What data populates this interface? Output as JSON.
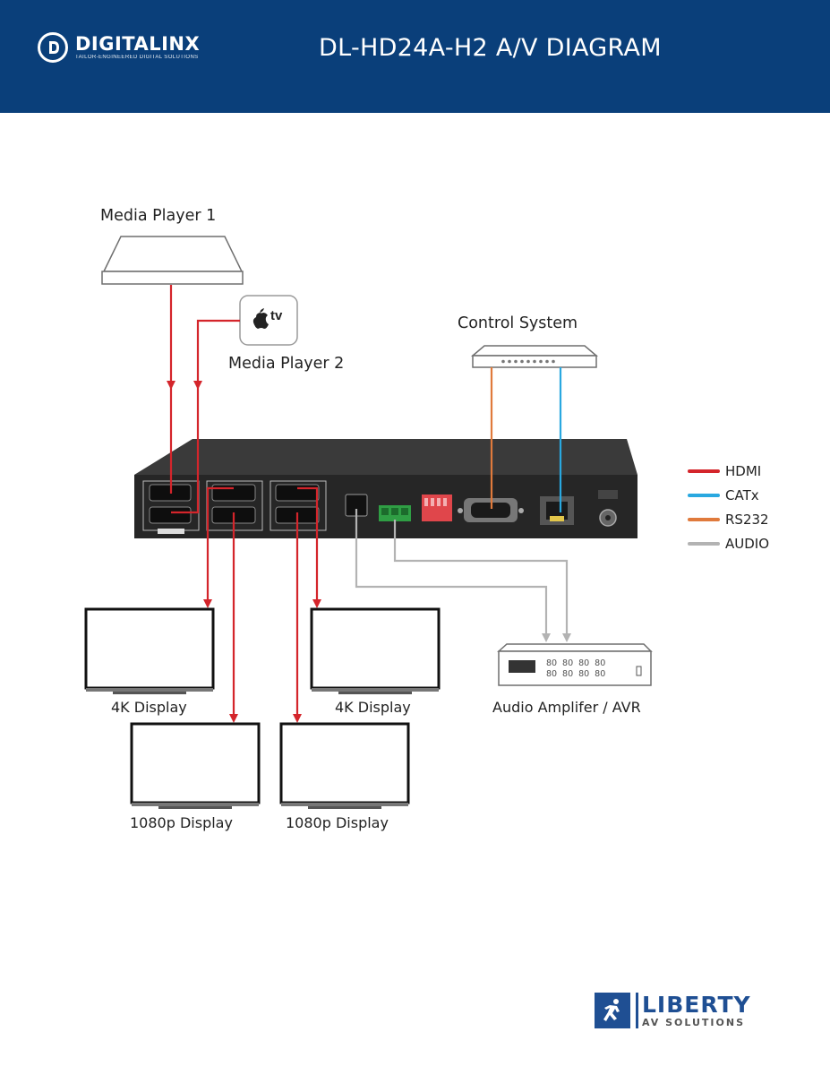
{
  "header": {
    "brand": "DIGITALINX",
    "tagline": "TAILOR-ENGINEERED DIGITAL SOLUTIONS",
    "title": "DL-HD24A-H2 A/V DIAGRAM",
    "background": "#0a3f7a"
  },
  "devices": {
    "media_player_1": "Media Player 1",
    "media_player_2": "Media Player 2",
    "media_player_2_badge": "tv",
    "control_system": "Control System",
    "audio_amplifier": "Audio Amplifer / AVR",
    "display_4k_left": "4K Display",
    "display_4k_right": "4K Display",
    "display_1080_left": "1080p Display",
    "display_1080_right": "1080p Display"
  },
  "legend": [
    {
      "label": "HDMI",
      "color": "#d4252b"
    },
    {
      "label": "CATx",
      "color": "#29a8e0"
    },
    {
      "label": "RS232",
      "color": "#e07a3c"
    },
    {
      "label": "AUDIO",
      "color": "#b3b3b3"
    }
  ],
  "footer": {
    "brand": "LIBERTY",
    "sub": "AV SOLUTIONS",
    "color": "#1f4f93"
  }
}
